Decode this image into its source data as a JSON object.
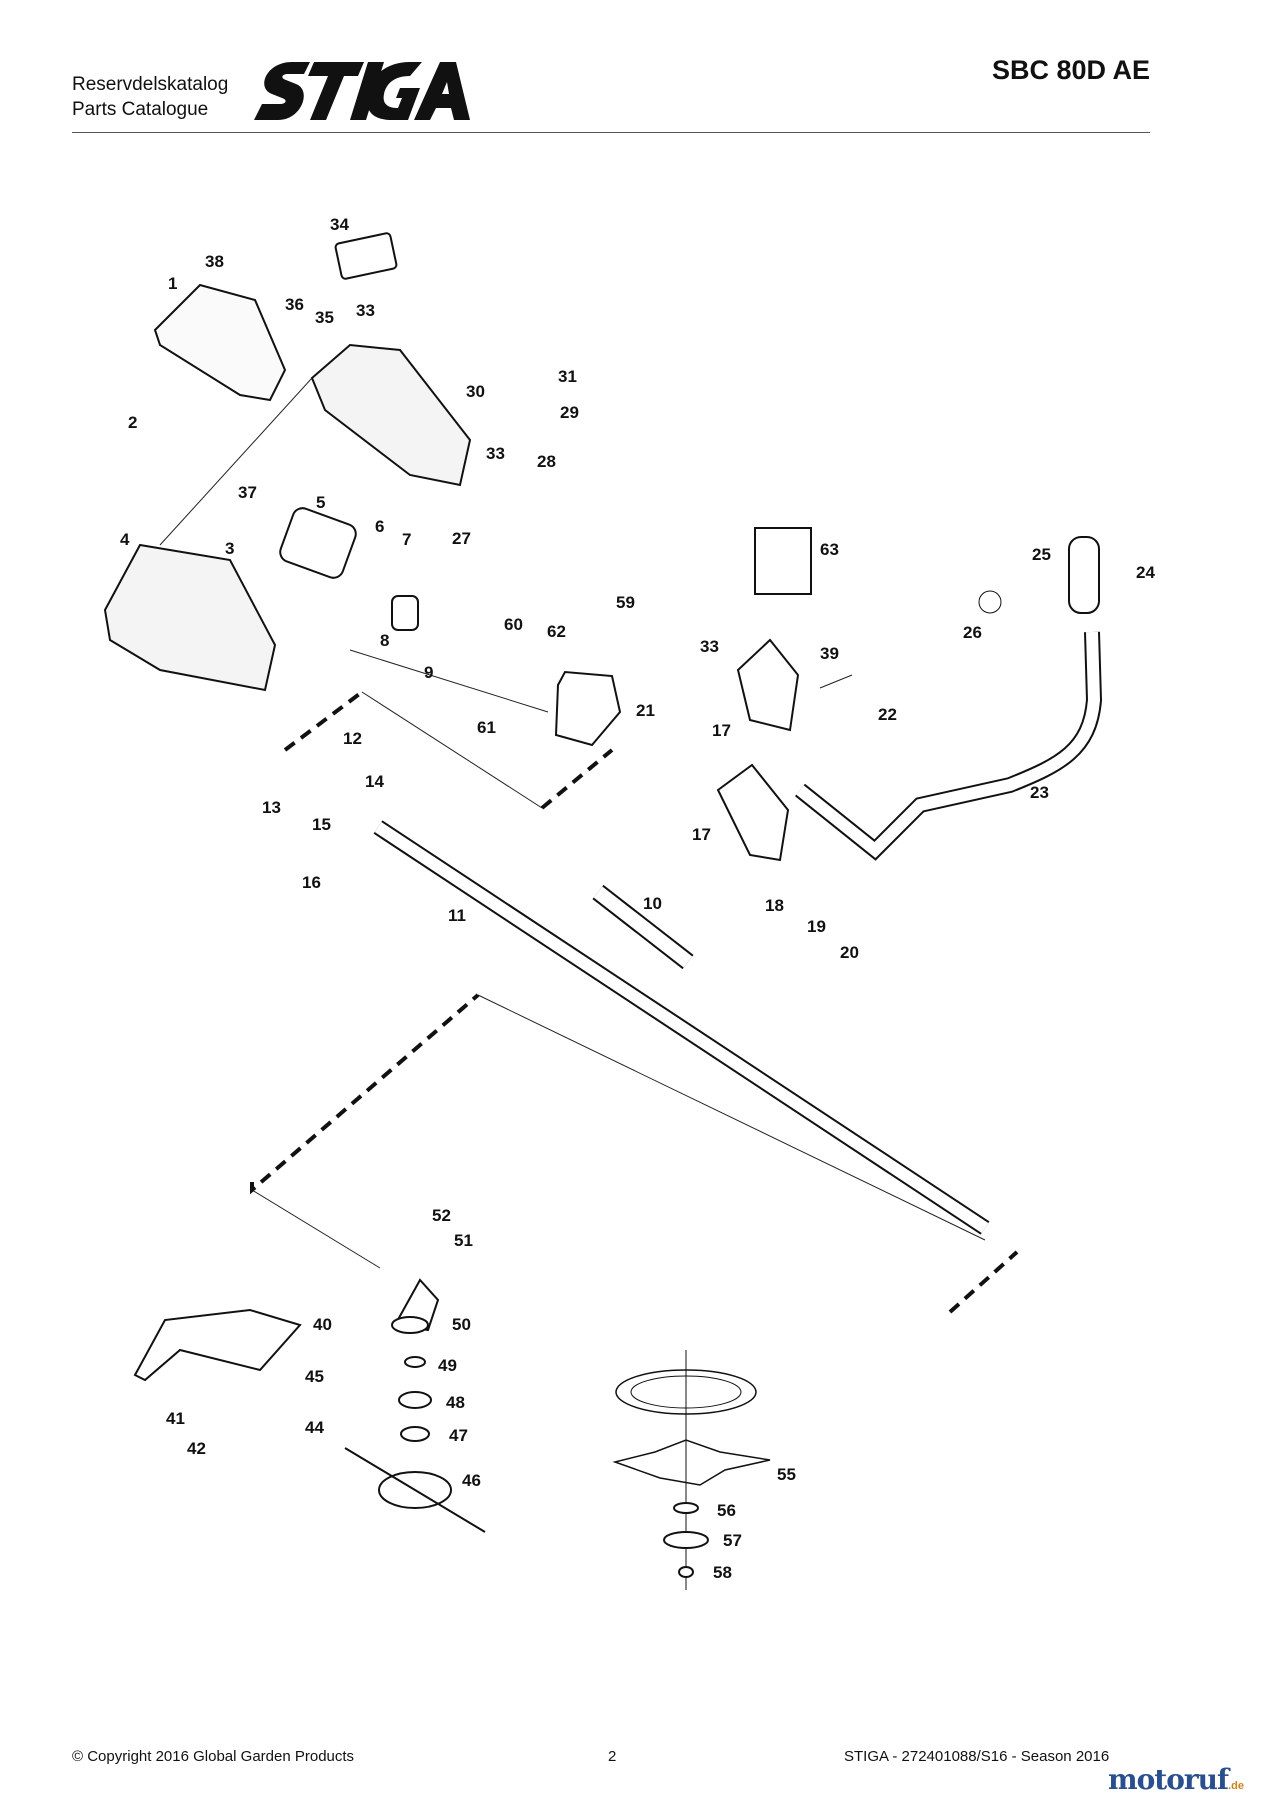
{
  "header": {
    "line1": "Reservdelskatalog",
    "line2": "Parts Catalogue",
    "brand": "STIGA",
    "model": "SBC 80D AE"
  },
  "callouts": [
    "1",
    "2",
    "3",
    "4",
    "5",
    "6",
    "7",
    "8",
    "9",
    "10",
    "11",
    "12",
    "13",
    "14",
    "15",
    "16",
    "17",
    "18",
    "19",
    "20",
    "21",
    "22",
    "23",
    "24",
    "25",
    "26",
    "27",
    "28",
    "29",
    "30",
    "31",
    "33",
    "34",
    "35",
    "36",
    "37",
    "38",
    "39",
    "40",
    "41",
    "42",
    "44",
    "45",
    "46",
    "47",
    "48",
    "49",
    "50",
    "51",
    "52",
    "55",
    "56",
    "57",
    "58",
    "59",
    "60",
    "61",
    "62",
    "63"
  ],
  "footer": {
    "copyright": "© Copyright 2016 Global Garden Products",
    "page": "2",
    "doc": "STIGA - 272401088/S16 - Season 2016"
  },
  "watermark": {
    "name": "motoruf",
    "tld": ".de"
  }
}
